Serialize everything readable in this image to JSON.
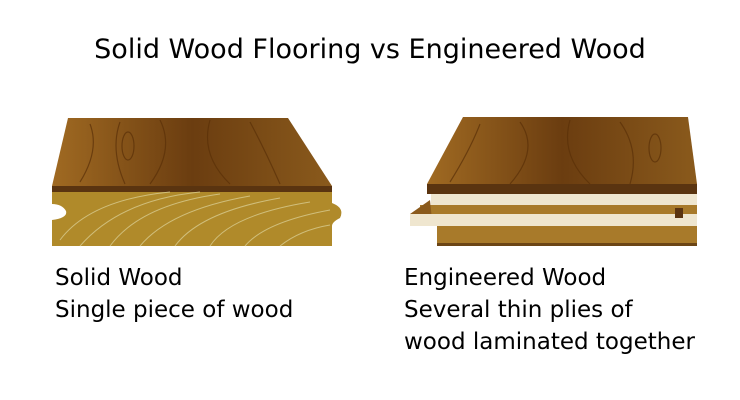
{
  "title": "Solid Wood Flooring vs Engineered Wood",
  "left": {
    "label": "Solid Wood",
    "description": "Single piece of wood"
  },
  "right": {
    "label": "Engineered Wood",
    "description_line1": "Several thin plies of",
    "description_line2": "wood laminated together"
  },
  "colors": {
    "top_dark": "#6b3d10",
    "top_light": "#9a6620",
    "solid_side": "#b08a2a",
    "ply_light": "#efe6cf",
    "ply_dark": "#a87a2a"
  }
}
